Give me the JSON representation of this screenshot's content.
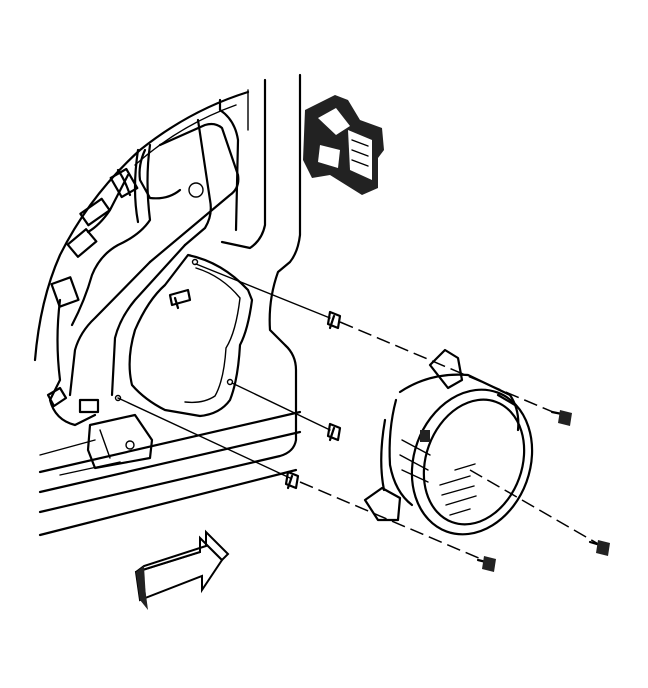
{
  "illustration": {
    "parts": [
      "door-inner-panel",
      "speaker-opening",
      "wiring-harness",
      "door-handle-bracket",
      "speaker",
      "push-pin-retainer",
      "mounting-screw",
      "view-direction-arrow"
    ],
    "colors": {
      "line": "#000000",
      "background": "#ffffff",
      "shade": "#222222"
    }
  }
}
